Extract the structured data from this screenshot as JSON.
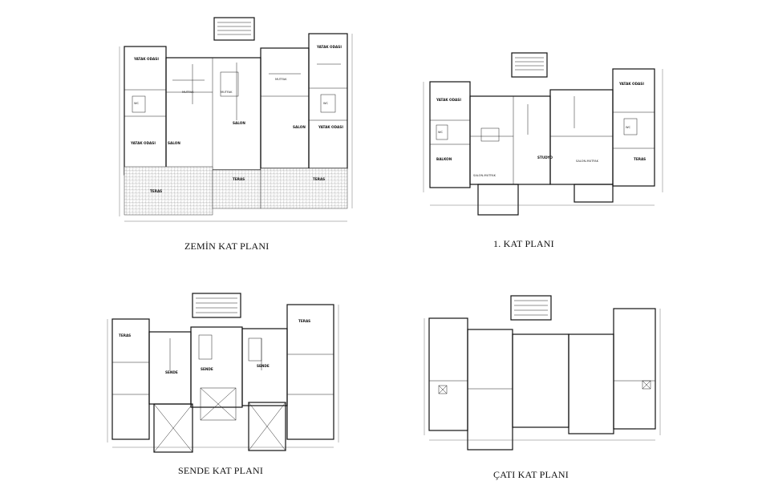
{
  "plans": {
    "ground": {
      "title": "ZEMİN KAT PLANI",
      "rooms": {
        "yatak_left": "YATAK ODASI",
        "yatak_right": "YATAK ODASI",
        "yatak_left_low": "YATAK ODASI",
        "yatak_right_low": "YATAK ODASI",
        "mutfak_a": "MUTFAK",
        "mutfak_b": "MUTFAK",
        "mutfak_c": "MUTFAK",
        "salon_a": "SALON",
        "salon_b": "SALON",
        "salon_c": "SALON",
        "teras_a": "TERAS",
        "teras_b": "TERAS",
        "teras_c": "TERAS",
        "wc_a": "WC",
        "wc_b": "WC"
      }
    },
    "first": {
      "title": "1. KAT PLANI",
      "rooms": {
        "yatak_left": "YATAK ODASI",
        "yatak_right": "YATAK ODASI",
        "studio": "STUDYO",
        "salon_mutfak_a": "SALON-MUTFAK",
        "salon_mutfak_b": "SALON-MUTFAK",
        "balkon": "BALKON",
        "teras": "TERAS",
        "wc_a": "WC",
        "wc_b": "WC"
      }
    },
    "mezzanine": {
      "title": "SENDE KAT PLANI",
      "rooms": {
        "teras_left": "TERAS",
        "teras_right": "TERAS",
        "sende_a": "SENDE",
        "sende_b": "SENDE",
        "sende_c": "SENDE"
      }
    },
    "roof": {
      "title": "ÇATI KAT PLANI"
    }
  }
}
